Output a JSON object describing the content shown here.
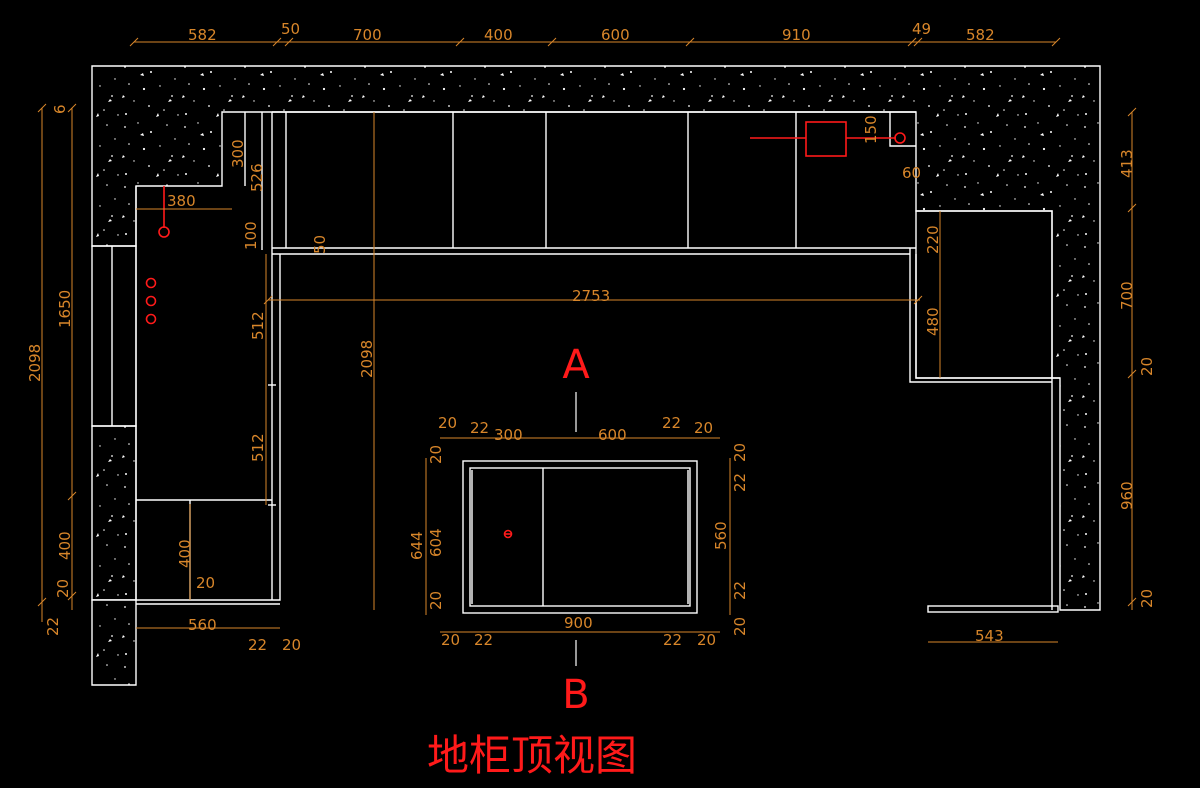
{
  "title": "地柜顶视图",
  "section_top": "A",
  "section_bottom": "B",
  "colors": {
    "background": "#000000",
    "dimension": "#d8862a",
    "line": "#ffffff",
    "accent": "#ff1a1a"
  },
  "dims": {
    "top_row": [
      "582",
      "50",
      "700",
      "400",
      "600",
      "910",
      "49",
      "582"
    ],
    "left_outer": [
      "6",
      "2098",
      "1650",
      "400",
      "20",
      "22"
    ],
    "left_inner": [
      "300",
      "526",
      "380",
      "100",
      "50",
      "512",
      "512",
      "400",
      "20",
      "560",
      "22",
      "20"
    ],
    "mid_depth": "2098",
    "span_2753": "2753",
    "right_inner": [
      "150",
      "60",
      "220",
      "480"
    ],
    "right_outer": [
      "413",
      "700",
      "20",
      "960",
      "20"
    ],
    "right_bottom": "543",
    "island_top": [
      "20",
      "22",
      "300",
      "600",
      "22",
      "20"
    ],
    "island_left": [
      "20",
      "644",
      "604",
      "20"
    ],
    "island_right": [
      "20",
      "22",
      "560",
      "22",
      "20"
    ],
    "island_bottom": [
      "20",
      "22",
      "900",
      "22",
      "20"
    ]
  }
}
